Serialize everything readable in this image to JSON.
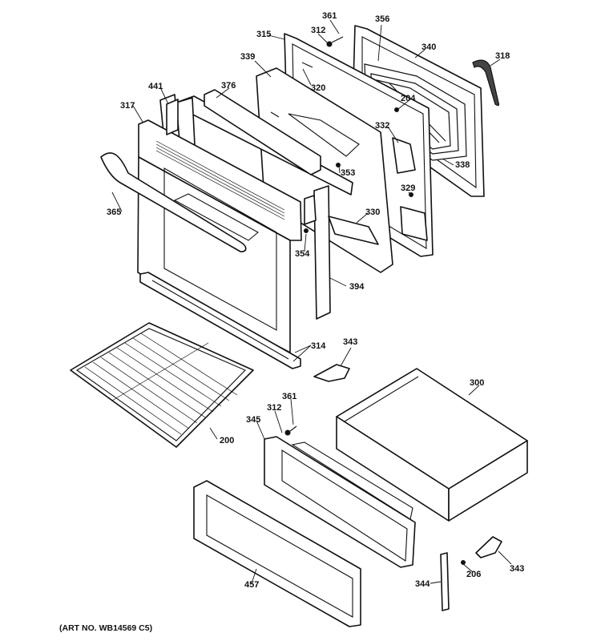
{
  "art_number": "(ART NO. WB14569 C5)",
  "callouts": {
    "c361a": "361",
    "c312a": "312",
    "c356": "356",
    "c315": "315",
    "c340": "340",
    "c318": "318",
    "c339": "339",
    "c320": "320",
    "c441": "441",
    "c376": "376",
    "c204": "204",
    "c317": "317",
    "c332": "332",
    "c338": "338",
    "c353": "353",
    "c329": "329",
    "c365": "365",
    "c330": "330",
    "c354": "354",
    "c394": "394",
    "c314": "314",
    "c343a": "343",
    "c300": "300",
    "c361b": "361",
    "c312b": "312",
    "c345": "345",
    "c200": "200",
    "c206": "206",
    "c343b": "343",
    "c344": "344",
    "c457": "457"
  }
}
